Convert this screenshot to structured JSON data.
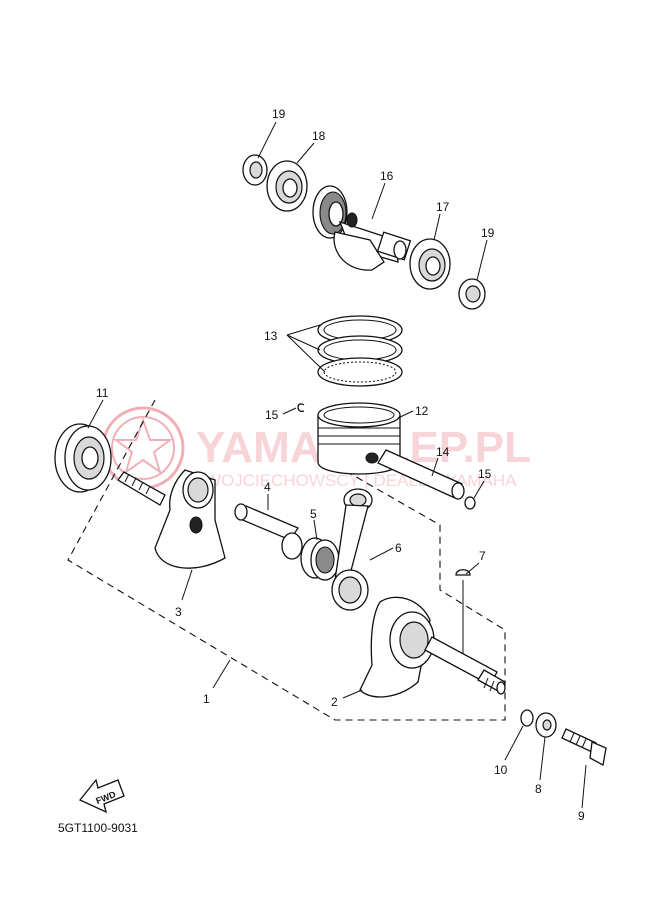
{
  "watermark": {
    "brand": "YAMASKLEP.PL",
    "subtitle": "WOJCIECHOWSCY | DEALER YAMAHA",
    "color": "#e05060"
  },
  "diagram_code": "5GT1100-9031",
  "fwd_label": "FWD",
  "callouts": [
    {
      "id": "c1",
      "label": "1",
      "part": "crankshaft-assembly"
    },
    {
      "id": "c2",
      "label": "2",
      "part": "crank-right"
    },
    {
      "id": "c3",
      "label": "3",
      "part": "crank-left"
    },
    {
      "id": "c4",
      "label": "4",
      "part": "crank-pin"
    },
    {
      "id": "c5",
      "label": "5",
      "part": "needle-bearing"
    },
    {
      "id": "c6",
      "label": "6",
      "part": "connecting-rod"
    },
    {
      "id": "c7",
      "label": "7",
      "part": "woodruff-key"
    },
    {
      "id": "c8",
      "label": "8",
      "part": "washer"
    },
    {
      "id": "c9",
      "label": "9",
      "part": "bolt"
    },
    {
      "id": "c10",
      "label": "10",
      "part": "o-ring"
    },
    {
      "id": "c11",
      "label": "11",
      "part": "bearing-left"
    },
    {
      "id": "c12",
      "label": "12",
      "part": "piston"
    },
    {
      "id": "c13",
      "label": "13",
      "part": "piston-rings"
    },
    {
      "id": "c14",
      "label": "14",
      "part": "piston-pin"
    },
    {
      "id": "c15a",
      "label": "15",
      "part": "circlip"
    },
    {
      "id": "c15b",
      "label": "15",
      "part": "circlip"
    },
    {
      "id": "c16",
      "label": "16",
      "part": "balancer-shaft"
    },
    {
      "id": "c17",
      "label": "17",
      "part": "balancer-bearing"
    },
    {
      "id": "c18",
      "label": "18",
      "part": "balancer-bearing"
    },
    {
      "id": "c19a",
      "label": "19",
      "part": "oil-seal"
    },
    {
      "id": "c19b",
      "label": "19",
      "part": "oil-seal"
    }
  ]
}
